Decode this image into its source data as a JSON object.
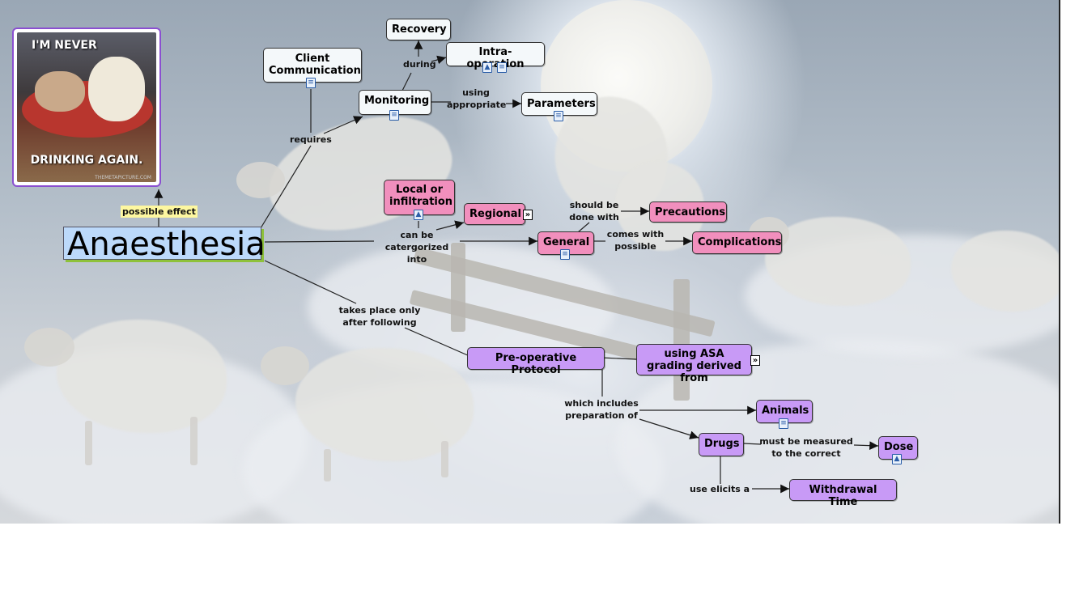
{
  "concepts": {
    "anaesthesia": "Anaesthesia",
    "recovery": "Recovery",
    "intra_operation": "Intra-operation",
    "client_communication": "Client Communication",
    "monitoring": "Monitoring",
    "parameters": "Parameters",
    "local_infiltration": "Local or infiltration",
    "regional": "Regional",
    "general": "General",
    "precautions": "Precautions",
    "complications": "Complications",
    "pre_operative_protocol": "Pre-operative Protocol",
    "asa_grading": "using ASA grading derived from",
    "animals": "Animals",
    "drugs": "Drugs",
    "dose": "Dose",
    "withdrawal_time": "Withdrawal Time"
  },
  "linking_phrases": {
    "possible_effect": "possible effect",
    "requires": "requires",
    "during": "during",
    "using_appropriate": "using appropriate",
    "can_be_categorized": "can be catergorized into",
    "should_be_done_with": "should be done with",
    "comes_with_possible": "comes with possible",
    "takes_place": "takes place only after following",
    "which_includes": "which includes preparation of",
    "must_be_measured": "must be measured to the correct",
    "use_elicits": "use elicits a"
  },
  "image_caption": {
    "top": "I'M NEVER",
    "bottom": "DRINKING AGAIN.",
    "credit": "THEMETAPICTURE.COM"
  },
  "icons": {
    "note": "note-icon",
    "image": "image-icon",
    "expand": "expand-icon"
  },
  "colors": {
    "blue_concept": "#bcd9fa",
    "pink_concept": "#f18fbd",
    "purple_concept": "#c89af6",
    "white_concept": "#f4f8fa",
    "label_highlight": "#fdf7a0",
    "shadow_green": "#8ec13a"
  }
}
